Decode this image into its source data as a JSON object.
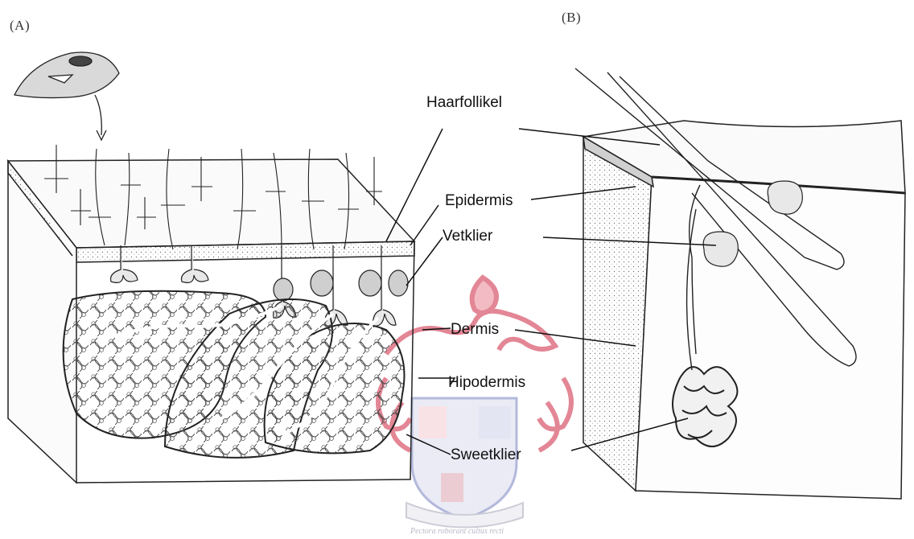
{
  "panels": {
    "a": "(A)",
    "b": "(B)"
  },
  "labels": {
    "hair_follicle": "Haarfollikel",
    "epidermis": "Epidermis",
    "sebaceous_gland": "Vetklier",
    "dermis": "Dermis",
    "hypodermis": "Hipodermis",
    "sweat_gland": "Sweetklier"
  },
  "watermark": {
    "motto": "Pectora roborant cultus recti",
    "colors": {
      "crest": "#c8102e",
      "shield": "#1f3a93"
    }
  },
  "icons": [
    "hedgehog-icon",
    "crest-watermark-icon"
  ]
}
